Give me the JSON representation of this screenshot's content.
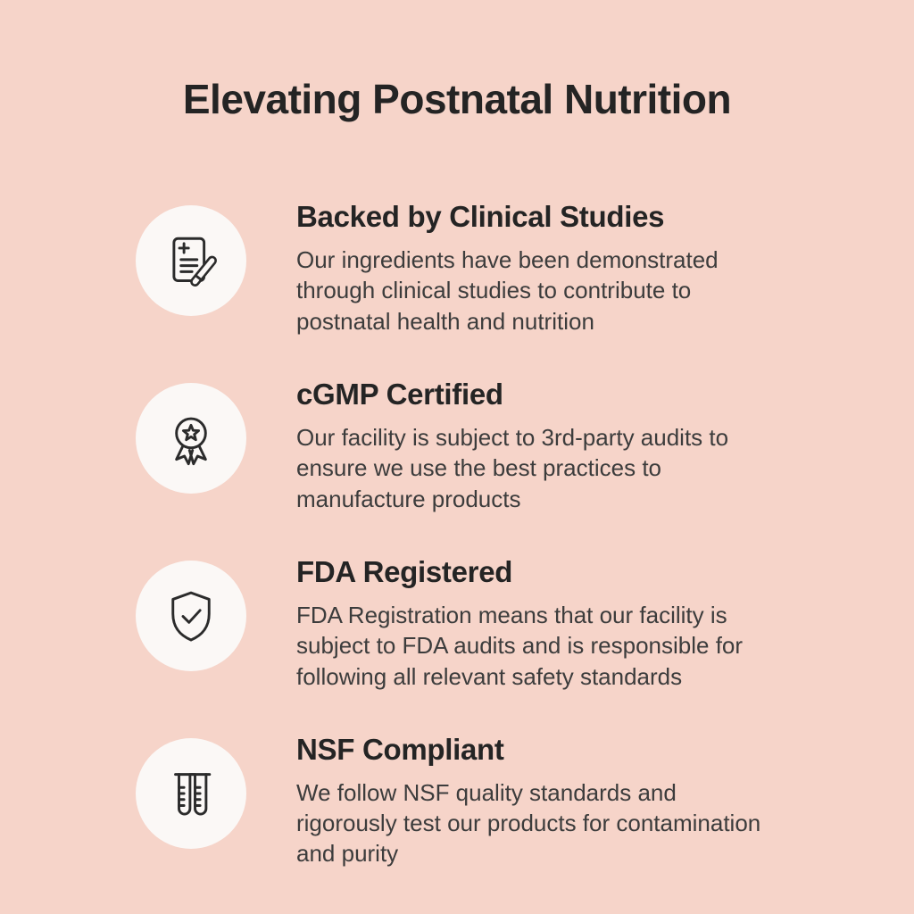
{
  "page": {
    "title": "Elevating Postnatal Nutrition",
    "background_color": "#F6D4C9",
    "text_color": "#272727",
    "icon_circle_color": "#FBF8F6"
  },
  "sections": [
    {
      "icon": "clinical-document-icon",
      "heading": "Backed by Clinical Studies",
      "body": "Our ingredients have been demonstrated through clinical studies to contribute to postnatal health and nutrition"
    },
    {
      "icon": "award-ribbon-icon",
      "heading": "cGMP Certified",
      "body": "Our facility is subject to 3rd-party audits to ensure we use the best practices to manufacture products"
    },
    {
      "icon": "shield-check-icon",
      "heading": "FDA Registered",
      "body": "FDA Registration means that our facility is subject to FDA audits and is responsible for following all relevant safety standards"
    },
    {
      "icon": "test-tubes-icon",
      "heading": "NSF Compliant",
      "body": "We follow NSF quality standards and rigorously test our products for contamination and purity"
    }
  ]
}
